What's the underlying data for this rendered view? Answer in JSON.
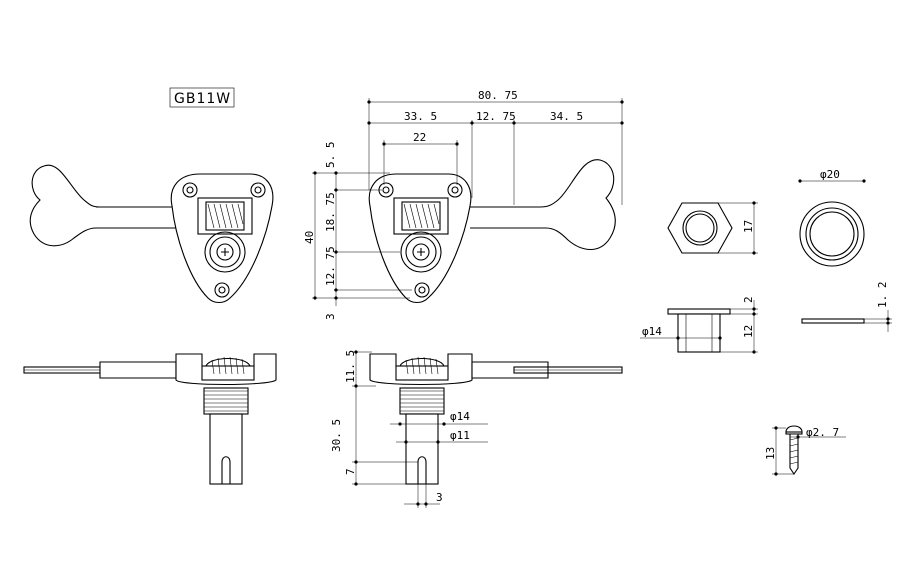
{
  "model": "GB11W",
  "dimensions": {
    "overall_width": "80. 75",
    "left_span": "33. 5",
    "middle_span": "12. 75",
    "right_span": "34. 5",
    "hole_spacing": "22",
    "top_offset": "5. 5",
    "height_total": "40",
    "gear_offset": "18. 75",
    "lower_offset": "12. 75",
    "bottom_offset": "3",
    "bushing_outer_dia": "φ20",
    "nut_height": "17",
    "flange_thickness": "2",
    "bushing_length": "12",
    "bushing_dia": "φ14",
    "washer_thickness": "1. 2",
    "side_top_height": "11. 5",
    "post_length": "30. 5",
    "slot_depth": "7",
    "thread_dia": "φ14",
    "post_dia": "φ11",
    "slot_width": "3",
    "screw_dia": "φ2. 7",
    "screw_length": "13"
  }
}
